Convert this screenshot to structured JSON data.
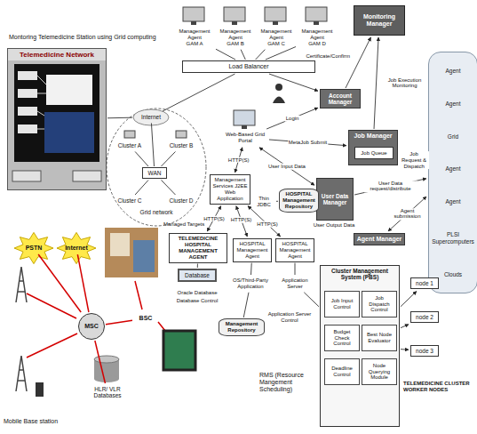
{
  "diagram": {
    "nodes": [
      {
        "text": [
          "Telemedicine Network"
        ]
      },
      {
        "text": [
          "Internet"
        ]
      },
      {
        "text": [
          "Cluster A"
        ]
      },
      {
        "text": [
          "Cluster B"
        ]
      },
      {
        "text": [
          "WAN"
        ]
      },
      {
        "text": [
          "Cluster C"
        ]
      },
      {
        "text": [
          "Cluster D"
        ]
      },
      {
        "text": [
          "Management Agent",
          "GAM A"
        ]
      },
      {
        "text": [
          "Management Agent",
          "GAM B"
        ]
      },
      {
        "text": [
          "Management Agent",
          "GAM C"
        ]
      },
      {
        "text": [
          "Management Agent",
          "GAM D"
        ]
      },
      {
        "text": [
          "Load Balancer"
        ]
      },
      {
        "text": [
          "Monitoring Manager"
        ]
      },
      {
        "text": [
          "Account Manager"
        ]
      },
      {
        "text": [
          "Job Manager"
        ]
      },
      {
        "text": [
          "Job Queue"
        ],
        "in": 14
      },
      {
        "text": [
          "User Data Manager"
        ]
      },
      {
        "text": [
          "Agent Manager"
        ]
      },
      {
        "text": [
          "Agent",
          "Agent",
          "Grid",
          "Agent",
          "Agent",
          "PLSI Supercomputers",
          "Clouds"
        ]
      },
      {
        "text": [
          "Web-Based Grid Portal"
        ]
      },
      {
        "text": [
          "Management Services J2EE Web Application"
        ]
      },
      {
        "text": [
          "Thin JDBC"
        ]
      },
      {
        "text": [
          "HOSPITAL Management Repository"
        ]
      },
      {
        "text": [
          "TELEMEDICINE HOSPITAL MANAGEMENT AGENT"
        ]
      },
      {
        "text": [
          "HOSPITAL Management Agent"
        ]
      },
      {
        "text": [
          "HOSPITAL Management Agent"
        ]
      },
      {
        "text": [
          "Database"
        ]
      },
      {
        "text": [
          "OS/Third-Party Application"
        ]
      },
      {
        "text": [
          "Application Server"
        ]
      },
      {
        "text": [
          "Management Repository"
        ]
      },
      {
        "text": [
          "Cluster Management System (PBS)"
        ]
      },
      {
        "text": [
          "Job Input Control"
        ],
        "in": 30
      },
      {
        "text": [
          "Job Dispatch Control"
        ],
        "in": 30
      },
      {
        "text": [
          "Budget Check Control"
        ],
        "in": 30
      },
      {
        "text": [
          "Best Node Evaluator"
        ],
        "in": 30
      },
      {
        "text": [
          "Deadline Control"
        ],
        "in": 30
      },
      {
        "text": [
          "Node Querying Module"
        ],
        "in": 30
      },
      {
        "text": [
          "node 1"
        ]
      },
      {
        "text": [
          "node 2"
        ]
      },
      {
        "text": [
          "node 3"
        ]
      },
      {
        "text": [
          "PSTN"
        ]
      },
      {
        "text": [
          "Internet"
        ]
      },
      {
        "text": [
          "MSC"
        ]
      },
      {
        "text": [
          "BSC"
        ]
      },
      {
        "text": [
          "HLR/ VLR Databases"
        ]
      }
    ],
    "edges": [
      {
        "from": 0,
        "to": 1,
        "arrow": "none"
      },
      {
        "from": 1,
        "to": 4,
        "arrow": "none"
      },
      {
        "from": 2,
        "to": 4,
        "arrow": "none"
      },
      {
        "from": 3,
        "to": 4,
        "arrow": "none"
      },
      {
        "from": 5,
        "to": 4,
        "arrow": "none"
      },
      {
        "from": 6,
        "to": 4,
        "arrow": "none"
      },
      {
        "from": 1,
        "to": 11,
        "arrow": "none"
      },
      {
        "from": 7,
        "to": 11,
        "arrow": "none"
      },
      {
        "from": 8,
        "to": 11,
        "arrow": "none"
      },
      {
        "from": 9,
        "to": 11,
        "arrow": "none"
      },
      {
        "from": 10,
        "to": 11,
        "arrow": "none"
      },
      {
        "from": 11,
        "to": 13,
        "arrow": "to"
      },
      {
        "from": 13,
        "to": 12,
        "arrow": "to",
        "label": "Certificate/Confirm"
      },
      {
        "from": 14,
        "to": 12,
        "arrow": "to",
        "label": "Job Execution Monitoring"
      },
      {
        "from": 14,
        "to": 18,
        "arrow": "to",
        "label": "Job Request & Dispatch"
      },
      {
        "from": 16,
        "to": 18,
        "arrow": "to",
        "label": "User Data request/distribute"
      },
      {
        "from": 17,
        "to": 18,
        "arrow": "both",
        "label": "Agent submission"
      },
      {
        "from": 19,
        "to": 13,
        "arrow": "to",
        "label": "Login"
      },
      {
        "from": 19,
        "to": 14,
        "arrow": "to",
        "label": "MetaJob Submit"
      },
      {
        "from": 19,
        "to": 16,
        "arrow": "both",
        "label": "User Input Data"
      },
      {
        "from": 19,
        "to": 20,
        "arrow": "both",
        "label": "HTTP(S)"
      },
      {
        "from": 20,
        "to": 21,
        "arrow": "none"
      },
      {
        "from": 21,
        "to": 22,
        "arrow": "none"
      },
      {
        "from": 20,
        "to": 23,
        "arrow": "both",
        "label": "HTTP(S)"
      },
      {
        "from": 20,
        "to": 24,
        "arrow": "both",
        "label": "HTTP(S)"
      },
      {
        "from": 20,
        "to": 25,
        "arrow": "both",
        "label": "HTTP(S)"
      },
      {
        "from": 23,
        "to": 26,
        "arrow": "none"
      },
      {
        "from": 24,
        "to": 27,
        "arrow": "none"
      },
      {
        "from": 25,
        "to": 28,
        "arrow": "none"
      },
      {
        "from": 27,
        "to": 29,
        "arrow": "none"
      },
      {
        "from": 28,
        "to": 30,
        "arrow": "none"
      },
      {
        "from": 30,
        "to": 37,
        "arrow": "to"
      },
      {
        "from": 30,
        "to": 38,
        "arrow": "to"
      },
      {
        "from": 30,
        "to": 39,
        "arrow": "to"
      },
      {
        "from": 40,
        "to": 42,
        "arrow": "none"
      },
      {
        "from": 41,
        "to": 42,
        "arrow": "none"
      },
      {
        "from": 42,
        "to": 43,
        "arrow": "none"
      },
      {
        "from": 42,
        "to": 44,
        "arrow": "none"
      }
    ],
    "labels": [
      "Montoring Telemedicine Station using Grid computing",
      "Grid network",
      "Managed Targets",
      "Oracle Database",
      "Database Control",
      "Application Server Control",
      "RMS (Resource Mangement Scheduling)",
      "TELEMEDICINE CLUSTER WORKER NODES",
      "Mobile Base station",
      "User Output Data"
    ]
  }
}
